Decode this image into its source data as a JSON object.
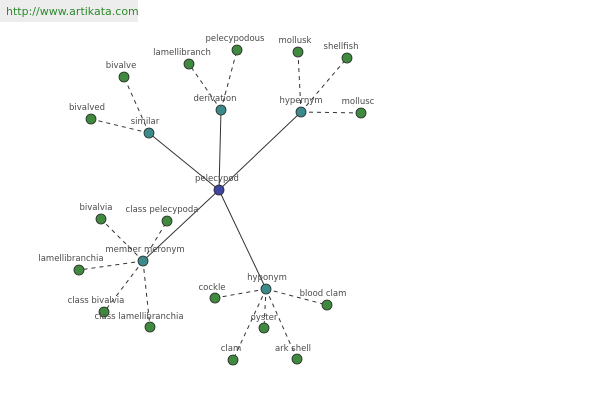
{
  "header": {
    "url": "http://www.artikata.com"
  },
  "colors": {
    "center_node": "#3d45a0",
    "relation_node": "#3d8a8a",
    "leaf_node": "#3f8a3f",
    "node_stroke": "#2a2a2a",
    "solid_edge": "#333333",
    "dashed_edge": "#333333"
  },
  "graph": {
    "center": {
      "id": "pelecypod",
      "label": "pelecypod"
    },
    "relations": [
      {
        "id": "similar",
        "label": "similar"
      },
      {
        "id": "derivation",
        "label": "derivation"
      },
      {
        "id": "hypernym",
        "label": "hypernym"
      },
      {
        "id": "member-meronym",
        "label": "member meronym"
      },
      {
        "id": "hyponym",
        "label": "hyponym"
      }
    ],
    "leaves": [
      {
        "id": "bivalve",
        "label": "bivalve",
        "relation": "similar"
      },
      {
        "id": "bivalved",
        "label": "bivalved",
        "relation": "similar"
      },
      {
        "id": "lamellibranch",
        "label": "lamellibranch",
        "relation": "derivation"
      },
      {
        "id": "pelecypodous",
        "label": "pelecypodous",
        "relation": "derivation"
      },
      {
        "id": "mollusk",
        "label": "mollusk",
        "relation": "hypernym"
      },
      {
        "id": "shellfish",
        "label": "shellfish",
        "relation": "hypernym"
      },
      {
        "id": "mollusc",
        "label": "mollusc",
        "relation": "hypernym"
      },
      {
        "id": "bivalvia",
        "label": "bivalvia",
        "relation": "member-meronym"
      },
      {
        "id": "class-pelecypoda",
        "label": "class pelecypoda",
        "relation": "member-meronym"
      },
      {
        "id": "lamellibranchia",
        "label": "lamellibranchia",
        "relation": "member-meronym"
      },
      {
        "id": "class-bivalvia",
        "label": "class bivalvia",
        "relation": "member-meronym"
      },
      {
        "id": "class-lamellibranchia",
        "label": "class lamellibranchia",
        "relation": "member-meronym"
      },
      {
        "id": "cockle",
        "label": "cockle",
        "relation": "hyponym"
      },
      {
        "id": "blood-clam",
        "label": "blood clam",
        "relation": "hyponym"
      },
      {
        "id": "oyster",
        "label": "oyster",
        "relation": "hyponym"
      },
      {
        "id": "clam",
        "label": "clam",
        "relation": "hyponym"
      },
      {
        "id": "ark-shell",
        "label": "ark shell",
        "relation": "hyponym"
      }
    ]
  }
}
